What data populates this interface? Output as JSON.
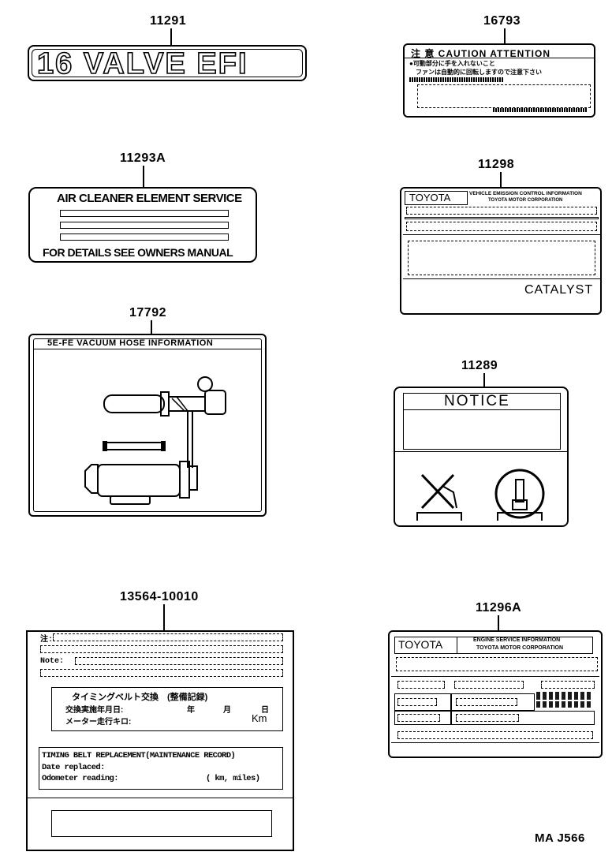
{
  "parts": {
    "p11291": {
      "number": "11291",
      "text": "16 VALVE EFI"
    },
    "p16793": {
      "number": "16793",
      "header": "注 意   CAUTION   ATTENTION",
      "line1": "●可動部分に手を入れないこと",
      "line2": "　ファンは自動的に回転しますので注意下さい"
    },
    "p11293A": {
      "number": "11293A",
      "title": "AIR CLEANER ELEMENT SERVICE",
      "footer": "FOR DETAILS SEE OWNERS MANUAL"
    },
    "p11298": {
      "number": "11298",
      "brand": "TOYOTA",
      "heading": "VEHICLE EMISSION CONTROL INFORMATION",
      "subheading": "TOYOTA MOTOR CORPORATION",
      "footer": "CATALYST"
    },
    "p17792": {
      "number": "17792",
      "title": "5E-FE VACUUM HOSE INFORMATION"
    },
    "p11289": {
      "number": "11289",
      "title": "NOTICE"
    },
    "p13564": {
      "number": "13564-10010",
      "jp_title": "タイミングベルト交換　(整備記録)",
      "jp_date": "交換実施年月日:",
      "jp_year": "年",
      "jp_month": "月",
      "jp_day": "日",
      "jp_odo": "メーター走行キロ:",
      "jp_km": "Km",
      "en_title": "TIMING BELT REPLACEMENT(MAINTENANCE RECORD)",
      "en_date": "Date replaced:",
      "en_odo": "Odometer reading:",
      "en_unit": "( km, miles)",
      "note": "Note:"
    },
    "p11296A": {
      "number": "11296A",
      "brand": "TOYOTA",
      "heading": "ENGINE SERVICE INFORMATION",
      "subheading": "TOYOTA MOTOR CORPORATION"
    }
  },
  "diagram_code": "MA J566"
}
